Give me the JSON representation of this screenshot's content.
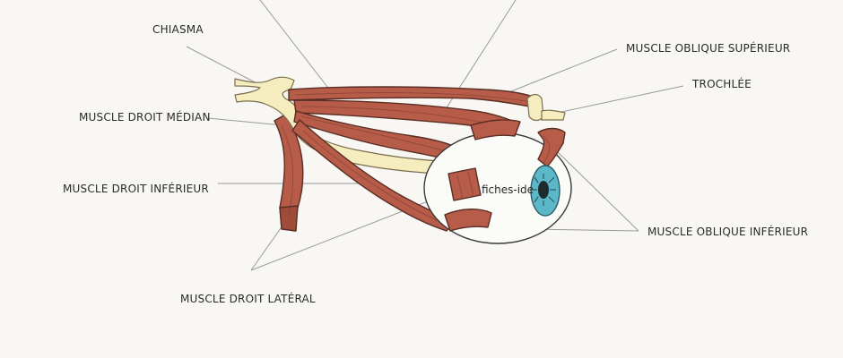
{
  "labels": {
    "chiasma": "CHIASMA",
    "oblique_superieur": "MUSCLE OBLIQUE SUPÉRIEUR",
    "trochlee": "TROCHLÉE",
    "droit_median": "MUSCLE DROIT MÉDIAN",
    "droit_inferieur": "MUSCLE DROIT INFÉRIEUR",
    "oblique_inferieur": "MUSCLE OBLIQUE INFÉRIEUR",
    "droit_lateral": "MUSCLE DROIT LATÉRAL"
  },
  "watermark": "fiches-ide",
  "colors": {
    "background": "#f8f7f3",
    "muscle": "#b65c48",
    "nerve": "#f6edbf",
    "iris": "#5bb8c8"
  }
}
